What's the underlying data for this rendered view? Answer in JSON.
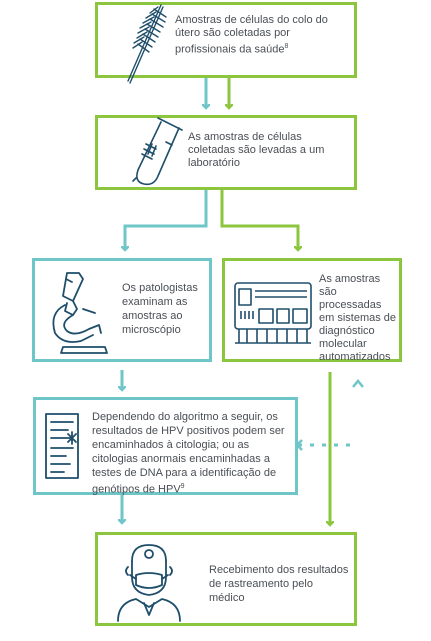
{
  "steps": {
    "collect": {
      "text": "Amostras de células do colo do útero são coletadas por profissionais da saúde",
      "sup": "8"
    },
    "lab": {
      "text": "As amostras de células coletadas são levadas a um laboratório"
    },
    "pathologists": {
      "text": "Os patologistas examinam as amostras ao microscópio"
    },
    "automated": {
      "text": "As amostras são processadas em sistemas de diagnóstico molecular automatizados"
    },
    "algorithm": {
      "text": "Dependendo do algoritmo a seguir, os resultados de HPV positivos podem ser encaminhados à citologia; ou as citologias anormais encaminhadas a testes de DNA para a identificação de genótipos de HPV",
      "sup": "9"
    },
    "results": {
      "text": "Recebimento dos resultados de rastreamento pelo médico"
    }
  },
  "colors": {
    "green": "#8cc63f",
    "teal": "#6ec6c8",
    "icon": "#1f4e6b",
    "text": "#4a4f55"
  },
  "icons": {
    "collect": "cervical-brush-icon",
    "lab": "test-tube-icon",
    "pathologists": "microscope-icon",
    "automated": "lab-analyzer-icon",
    "algorithm": "lab-report-icon",
    "results": "doctor-icon"
  }
}
